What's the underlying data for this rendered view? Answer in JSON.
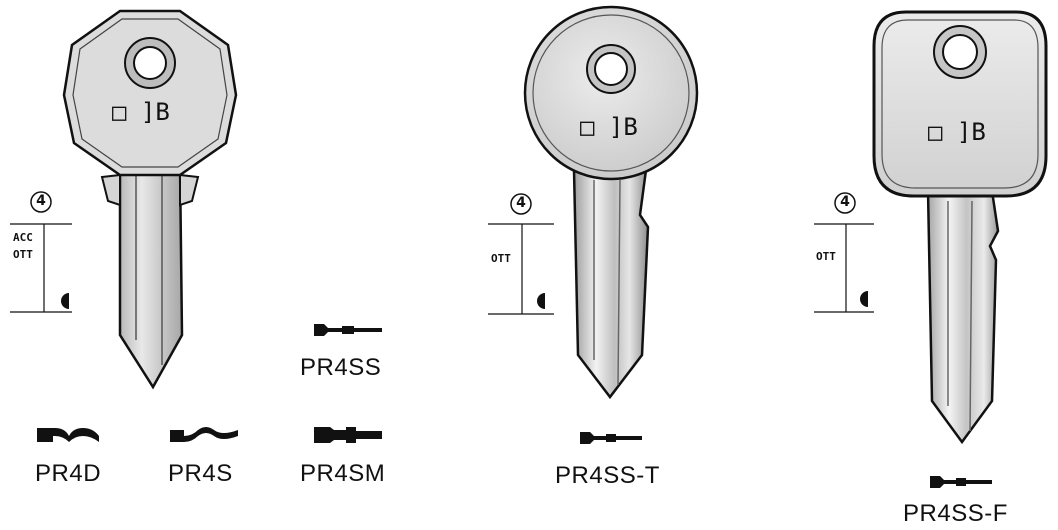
{
  "colors": {
    "ink": "#111111",
    "metal_light": "#e4e4e4",
    "metal_mid": "#c9c9c9",
    "metal_dark": "#8a8a8a"
  },
  "keys": [
    {
      "name": "key-1",
      "logo": "□ ]B"
    },
    {
      "name": "key-2",
      "logo": "□ ]B"
    },
    {
      "name": "key-3",
      "logo": "□ ]B"
    }
  ],
  "gauges": [
    {
      "number": "4",
      "lines": [
        "ACC",
        "OTT"
      ]
    },
    {
      "number": "4",
      "lines": [
        "OTT"
      ]
    },
    {
      "number": "4",
      "lines": [
        "OTT"
      ]
    }
  ],
  "profiles": {
    "pr4d": "PR4D",
    "pr4s": "PR4S",
    "pr4sm": "PR4SM",
    "pr4ss": "PR4SS",
    "pr4ss_t": "PR4SS-T",
    "pr4ss_f": "PR4SS-F"
  }
}
